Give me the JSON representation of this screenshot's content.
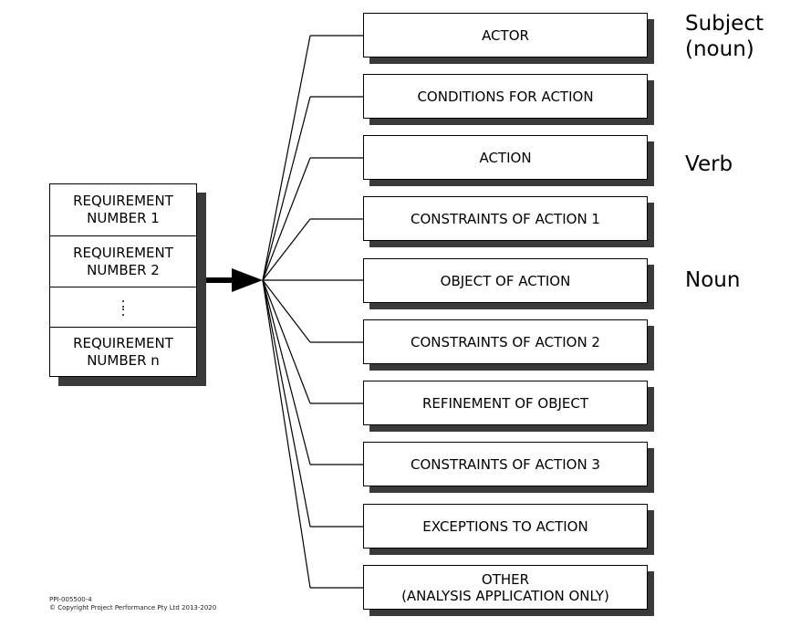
{
  "requirements": {
    "rows": [
      {
        "label": "REQUIREMENT\nNUMBER 1"
      },
      {
        "label": "REQUIREMENT\nNUMBER 2"
      },
      {
        "label": ":\n:"
      },
      {
        "label": "REQUIREMENT\nNUMBER n"
      }
    ]
  },
  "elements": [
    {
      "label": "ACTOR"
    },
    {
      "label": "CONDITIONS FOR ACTION"
    },
    {
      "label": "ACTION"
    },
    {
      "label": "CONSTRAINTS OF ACTION 1"
    },
    {
      "label": "OBJECT OF ACTION"
    },
    {
      "label": "CONSTRAINTS OF ACTION 2"
    },
    {
      "label": "REFINEMENT OF OBJECT"
    },
    {
      "label": "CONSTRAINTS OF ACTION 3"
    },
    {
      "label": "EXCEPTIONS TO ACTION"
    },
    {
      "label": "OTHER\n(ANALYSIS APPLICATION ONLY)"
    }
  ],
  "grammar_labels": {
    "subject": "Subject\n(noun)",
    "verb": "Verb",
    "noun": "Noun"
  },
  "footer": {
    "code": "PPI-005500-4",
    "copyright": "© Copyright Project Performance Pty Ltd 2013-2020"
  },
  "colors": {
    "shadow": "#3a3a3a",
    "border": "#000000",
    "background": "#ffffff"
  }
}
